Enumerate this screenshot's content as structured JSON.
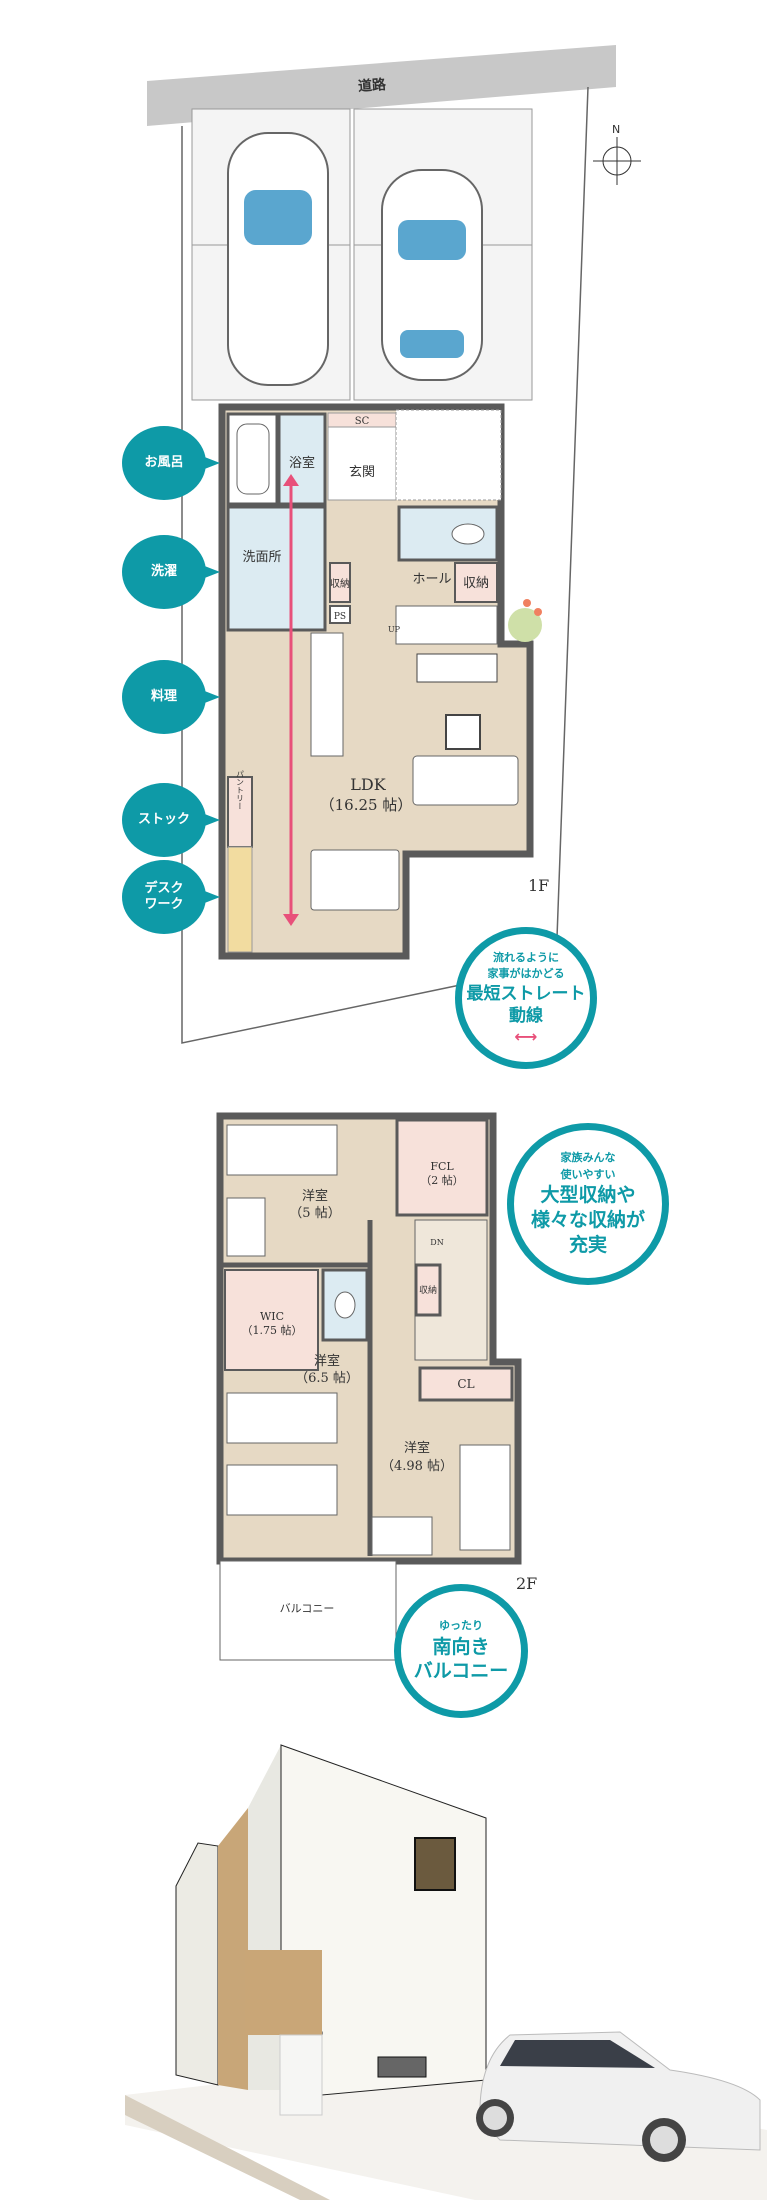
{
  "site": {
    "road_label": "道路",
    "compass_label": "N"
  },
  "floor1": {
    "floor_label": "1F",
    "rooms": {
      "bath": "浴室",
      "sc": "SC",
      "genkan": "玄関",
      "senmen": "洗面所",
      "storage_left": "収納",
      "hall": "ホール",
      "storage_right": "収納",
      "ps": "PS",
      "up": "UP",
      "ldk": "LDK",
      "ldk_size": "（16.25 帖）",
      "pantry": "パントリー"
    }
  },
  "floor2": {
    "floor_label": "2F",
    "rooms": {
      "room5": "洋室",
      "room5_size": "（5 帖）",
      "fcl": "FCL",
      "fcl_size": "（2 帖）",
      "wic": "WIC",
      "wic_size": "（1.75 帖）",
      "room65": "洋室",
      "room65_size": "（6.5 帖）",
      "storage": "収納",
      "dn": "DN",
      "cl": "CL",
      "room498": "洋室",
      "room498_size": "（4.98 帖）",
      "balcony": "バルコニー"
    }
  },
  "callouts": [
    {
      "label": "お風呂"
    },
    {
      "label": "洗濯"
    },
    {
      "label": "料理"
    },
    {
      "label": "ストック"
    },
    {
      "label": "デスク\nワーク"
    }
  ],
  "highlights": [
    {
      "small1": "流れるように",
      "small2": "家事がはかどる",
      "big1": "最短ストレート",
      "big2": "動線"
    },
    {
      "small1": "家族みんな",
      "small2": "使いやすい",
      "big1": "大型収納や",
      "big2": "様々な収納が",
      "big3": "充実"
    },
    {
      "small1": "ゆったり",
      "big1": "南向き",
      "big2": "バルコニー"
    }
  ],
  "colors": {
    "accent": "#0e9aa7",
    "arrow": "#e8507a",
    "floor": "#e6d9c4",
    "wall": "#5a5a5a",
    "pink_room": "#f7e1da",
    "wet_room": "#dcebf2"
  }
}
